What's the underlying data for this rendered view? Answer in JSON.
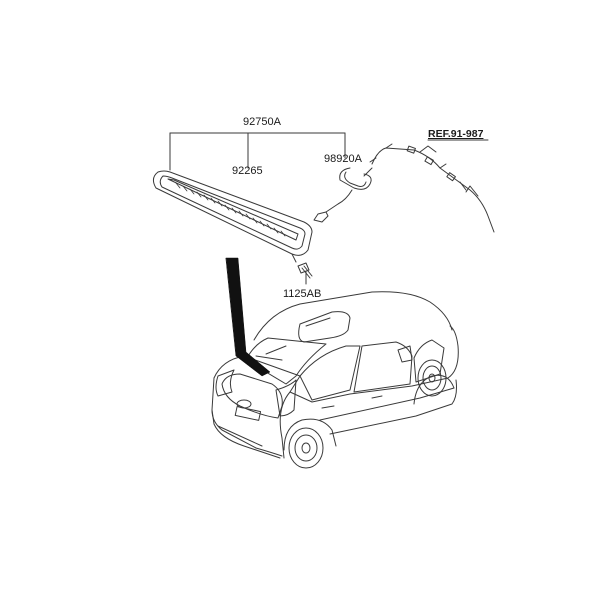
{
  "labels": {
    "assembly": "92750A",
    "lens": "92265",
    "harness": "98920A",
    "screw": "1125AB",
    "ref": "REF.91-987"
  },
  "colors": {
    "line": "#3a3a3a",
    "leader": "#111111"
  }
}
